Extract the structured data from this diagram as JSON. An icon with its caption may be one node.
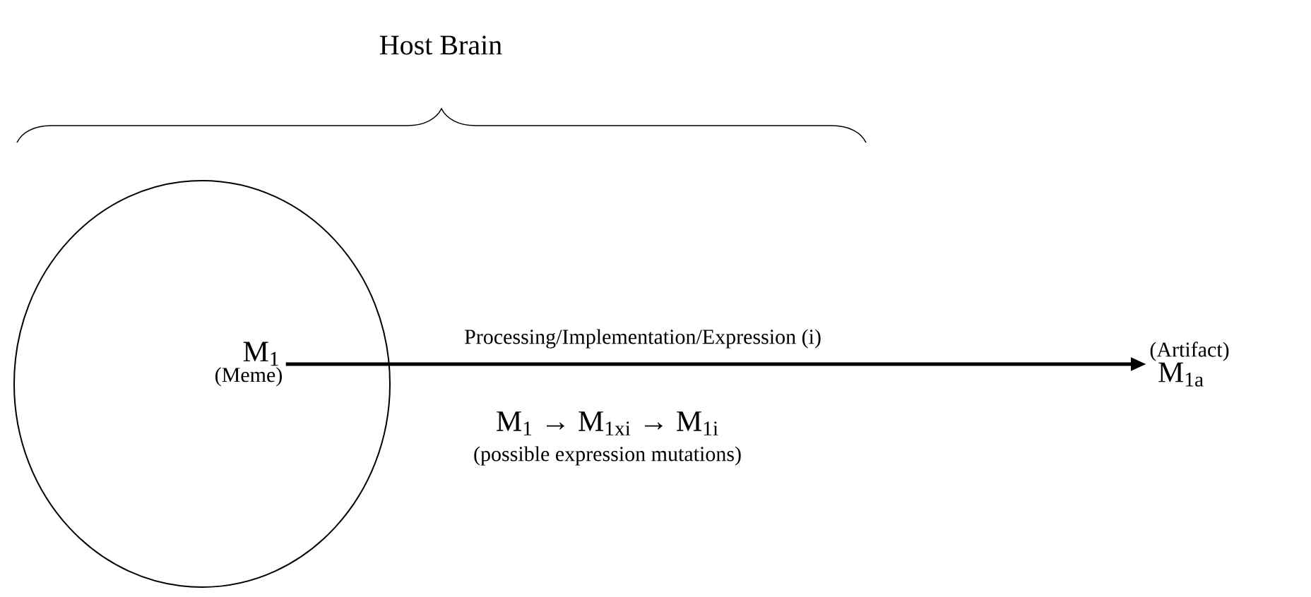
{
  "diagram": {
    "nodes": [
      {
        "text": [],
        "shape": "ellipse"
      },
      {
        "text": [
          "M$_{1}$",
          "(Meme)"
        ],
        "in": 0
      },
      {
        "text": [
          "(Artifact)",
          "M$_{1a}$"
        ]
      }
    ],
    "edges": [
      {
        "from": 1,
        "to": 2,
        "arrow": "to",
        "label": "Processing/Implementation/Expression (i)"
      }
    ],
    "labels": [
      "Host Brain",
      "M$_{1}$ → M$_{1xi}$ → M$_{1i}$",
      "(possible expression mutations)"
    ]
  }
}
